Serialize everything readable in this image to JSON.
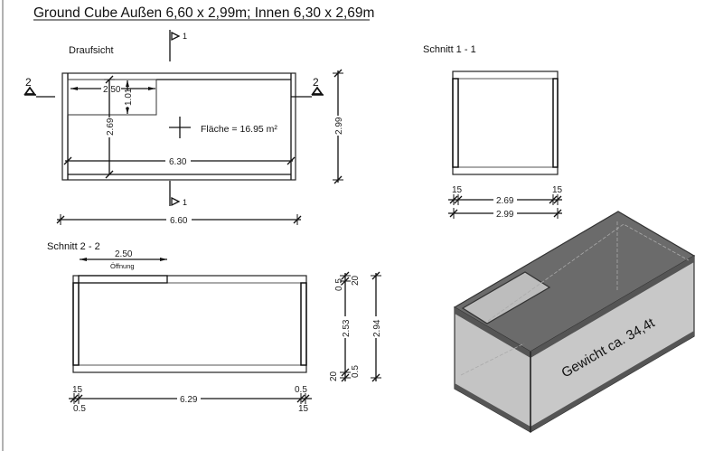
{
  "title": "Ground Cube Außen 6,60 x 2,99m; Innen 6,30 x 2,69m",
  "top_view": {
    "label": "Draufsicht",
    "area_label": "Fläche = 16.95 m²",
    "section_marker_1": "1",
    "section_marker_2": "2",
    "dims": {
      "opening_width": "2.50",
      "opening_depth": "1.01",
      "inner_depth": "2.69",
      "inner_length": "6.30",
      "outer_length": "6.60",
      "outer_depth": "2.99"
    }
  },
  "section_1": {
    "label": "Schnitt 1 - 1",
    "dims": {
      "wall_left": "15",
      "wall_right": "15",
      "inner": "2.69",
      "outer": "2.99"
    }
  },
  "section_2": {
    "label": "Schnitt 2 - 2",
    "opening_width": "2.50",
    "opening_label": "Öffnung",
    "dims": {
      "wall_left": "15",
      "gap_left": "0.5",
      "inner": "6.29",
      "gap_right": "0.5",
      "wall_right": "15",
      "top_gap": "0.5",
      "top_slab": "20",
      "inner_height": "2.53",
      "bottom_slab": "20",
      "bottom_gap": "0.5",
      "total_height": "2.94"
    }
  },
  "iso_view": {
    "weight_label": "Gewicht ca. 34,4t"
  },
  "colors": {
    "top_face": "#6b6b6b",
    "side_face": "#c4c4c4",
    "edge": "#4a4a4a"
  }
}
